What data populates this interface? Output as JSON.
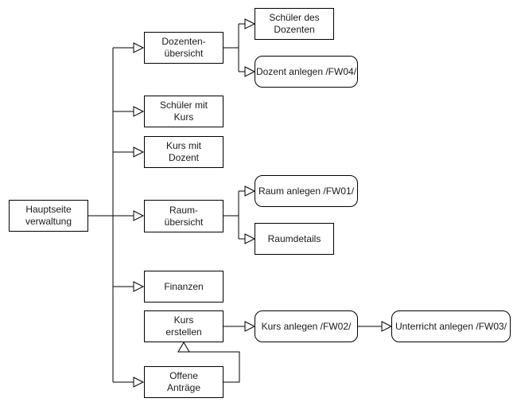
{
  "diagram": {
    "title": "Hauptseite Verwaltung Sitemap",
    "background_color": "#ffffff",
    "stroke_color": "#000000",
    "text_color": "#1a1a1a",
    "nodes": {
      "hauptseite": {
        "label": "Hauptseite\nverwaltung",
        "shape": "rect"
      },
      "dozenten_uebersicht": {
        "label": "Dozenten-\nübersicht",
        "shape": "rect"
      },
      "schueler_mit_kurs": {
        "label": "Schüler mit\nKurs",
        "shape": "rect"
      },
      "kurs_mit_dozent": {
        "label": "Kurs mit\nDozent",
        "shape": "rect"
      },
      "raum_uebersicht": {
        "label": "Raum-\nübersicht",
        "shape": "rect"
      },
      "finanzen": {
        "label": "Finanzen",
        "shape": "rect"
      },
      "kurs_erstellen": {
        "label": "Kurs\nerstellen",
        "shape": "rect"
      },
      "offene_antraege": {
        "label": "Offene\nAnträge",
        "shape": "rect"
      },
      "schueler_des_dozenten": {
        "label": "Schüler des\nDozenten",
        "shape": "rect"
      },
      "dozent_anlegen": {
        "label": "Dozent anlegen /FW04/",
        "shape": "rounded"
      },
      "raum_anlegen": {
        "label": "Raum anlegen /FW01/",
        "shape": "rounded"
      },
      "raumdetails": {
        "label": "Raumdetails",
        "shape": "rect"
      },
      "kurs_anlegen": {
        "label": "Kurs anlegen /FW02/",
        "shape": "rounded"
      },
      "unterricht_anlegen": {
        "label": "Unterricht anlegen /FW03/",
        "shape": "rounded"
      }
    },
    "edges": [
      "hauptseite -> dozenten_uebersicht",
      "hauptseite -> schueler_mit_kurs",
      "hauptseite -> kurs_mit_dozent",
      "hauptseite -> raum_uebersicht",
      "hauptseite -> finanzen",
      "hauptseite -> offene_antraege",
      "dozenten_uebersicht -> schueler_des_dozenten",
      "dozenten_uebersicht -> dozent_anlegen",
      "raum_uebersicht -> raum_anlegen",
      "raum_uebersicht -> raumdetails",
      "kurs_erstellen -> kurs_anlegen",
      "kurs_anlegen -> unterricht_anlegen",
      "offene_antraege -> kurs_erstellen"
    ]
  }
}
